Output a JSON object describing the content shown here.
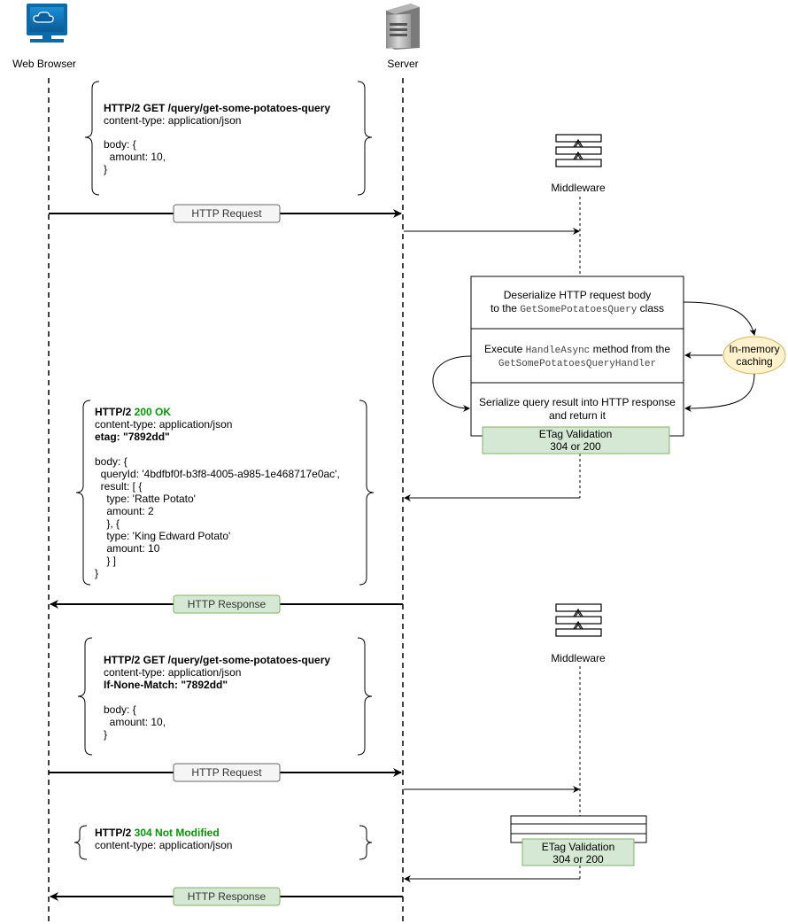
{
  "actors": {
    "browser": "Web Browser",
    "server": "Server"
  },
  "middleware_label": "Middleware",
  "request1": {
    "line1": "HTTP/2 GET /query/get-some-potatoes-query",
    "line2": "content-type: application/json",
    "body": [
      "body: {",
      "  amount: 10,",
      "}"
    ]
  },
  "http_request_label": "HTTP Request",
  "http_response_label": "HTTP Response",
  "steps": {
    "deserialize": {
      "pre": "Deserialize HTTP request body",
      "line2_pre": "to the ",
      "line2_code": "GetSomePotatoesQuery",
      "line2_post": " class"
    },
    "execute": {
      "pre": "Execute ",
      "code": "HandleAsync",
      "post": " method from the",
      "line2_code": "GetSomePotatoesQueryHandler"
    },
    "serialize": {
      "line1": "Serialize query result into HTTP response",
      "line2": "and return it"
    }
  },
  "caching": {
    "line1": "In-memory",
    "line2": "caching"
  },
  "etag_validation": {
    "line1": "ETag Validation",
    "line2": "304 or 200"
  },
  "response1": {
    "proto": "HTTP/2 ",
    "status": "200 OK",
    "content_type": "content-type: application/json",
    "etag": "etag: \"7892dd\"",
    "body": [
      "body: {",
      "  queryId: '4bdfbf0f-b3f8-4005-a985-1e468717e0ac',",
      "  result: [ {",
      "    type: 'Ratte Potato'",
      "    amount: 2",
      "    }, {",
      "    type: 'King Edward Potato'",
      "    amount: 10",
      "    } ]",
      "}"
    ]
  },
  "request2": {
    "line1": "HTTP/2 GET /query/get-some-potatoes-query",
    "line2": "content-type: application/json",
    "line3": "If-None-Match: \"7892dd\"",
    "body": [
      "body: {",
      "  amount: 10,",
      "}"
    ]
  },
  "response2": {
    "proto": "HTTP/2 ",
    "status": "304 Not Modified",
    "content_type": "content-type: application/json"
  },
  "colors": {
    "green_fill": "#d5e8d4",
    "green_stroke": "#82b366",
    "caching_fill": "#fff2cc",
    "caching_stroke": "#d6b656",
    "status_green": "#009900"
  }
}
